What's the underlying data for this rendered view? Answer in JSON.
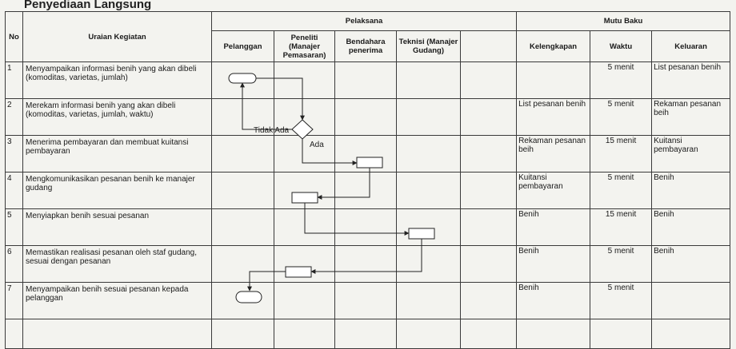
{
  "title": "Penyediaan Langsung",
  "header": {
    "no": "No",
    "uraian": "Uraian Kegiatan",
    "pelaksana": "Pelaksana",
    "mutu_baku": "Mutu Baku",
    "pelanggan": "Pelanggan",
    "peneliti": "Peneliti (Manajer Pemasaran)",
    "bendahara": "Bendahara penerima",
    "teknisi": "Teknisi (Manajer Gudang)",
    "kelengkapan": "Kelengkapan",
    "waktu": "Waktu",
    "keluaran": "Keluaran"
  },
  "rows": [
    {
      "no": "1",
      "uraian": "Menyampaikan informasi benih yang akan dibeli (komoditas, varietas, jumlah)",
      "kelengkapan": "",
      "waktu": "5 menit",
      "keluaran": "List pesanan benih"
    },
    {
      "no": "2",
      "uraian": "Merekam informasi benih yang akan dibeli (komoditas, varietas, jumlah, waktu)",
      "kelengkapan": "List pesanan benih",
      "waktu": "5 menit",
      "keluaran": "Rekaman pesanan beih"
    },
    {
      "no": "3",
      "uraian": "Menerima pembayaran dan membuat kuitansi pembayaran",
      "kelengkapan": "Rekaman pesanan beih",
      "waktu": "15 menit",
      "keluaran": "Kuitansi pembayaran"
    },
    {
      "no": "4",
      "uraian": "Mengkomunikasikan pesanan benih ke manajer gudang",
      "kelengkapan": "Kuitansi pembayaran",
      "waktu": "5 menit",
      "keluaran": "Benih"
    },
    {
      "no": "5",
      "uraian": "Menyiapkan benih sesuai pesanan",
      "kelengkapan": "Benih",
      "waktu": "15 menit",
      "keluaran": "Benih"
    },
    {
      "no": "6",
      "uraian": "Memastikan realisasi pesanan oleh staf gudang, sesuai dengan pesanan",
      "kelengkapan": "Benih",
      "waktu": "5 menit",
      "keluaran": "Benih"
    },
    {
      "no": "7",
      "uraian": "Menyampaikan benih sesuai pesanan kepada pelanggan",
      "kelengkapan": "Benih",
      "waktu": "5 menit",
      "keluaran": ""
    }
  ],
  "flow": {
    "label_tidak": "Tidak Ada",
    "label_ada": "Ada"
  }
}
